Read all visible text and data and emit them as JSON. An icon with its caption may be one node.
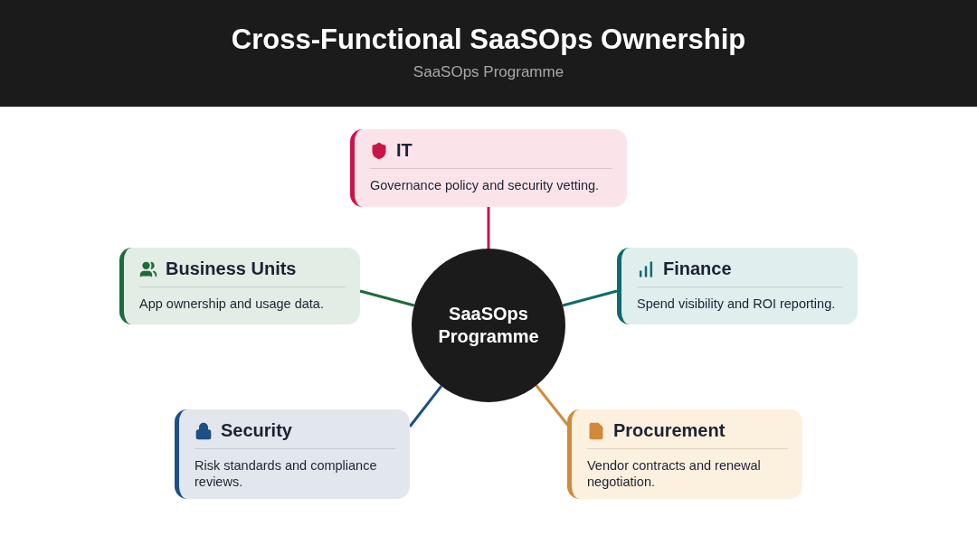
{
  "diagram": {
    "title": "Cross-Functional SaaSOps Ownership",
    "nodes": [
      {
        "text": [
          "IT",
          "Governance policy and security vetting."
        ]
      },
      {
        "text": [
          "Business Units",
          "App ownership and usage data."
        ]
      },
      {
        "text": [
          "SaaSOps Programme"
        ]
      },
      {
        "text": [
          "Finance",
          "Spend visibility and ROI reporting."
        ]
      },
      {
        "text": [
          "Security",
          "Risk standards and compliance reviews."
        ]
      },
      {
        "text": [
          "Procurement",
          "Vendor contracts and renewal negotiation."
        ]
      }
    ],
    "edges": [
      {
        "from": 2,
        "to": 0,
        "arrow": "none",
        "color": "#c8164a"
      },
      {
        "from": 2,
        "to": 1,
        "arrow": "none",
        "color": "#1e6b3c"
      },
      {
        "from": 2,
        "to": 3,
        "arrow": "none",
        "color": "#0f6b6b"
      },
      {
        "from": 2,
        "to": 4,
        "arrow": "none",
        "color": "#1e4f86"
      },
      {
        "from": 2,
        "to": 5,
        "arrow": "none",
        "color": "#d08a3a"
      }
    ],
    "labels": [
      "SaaSOps Programme"
    ]
  }
}
